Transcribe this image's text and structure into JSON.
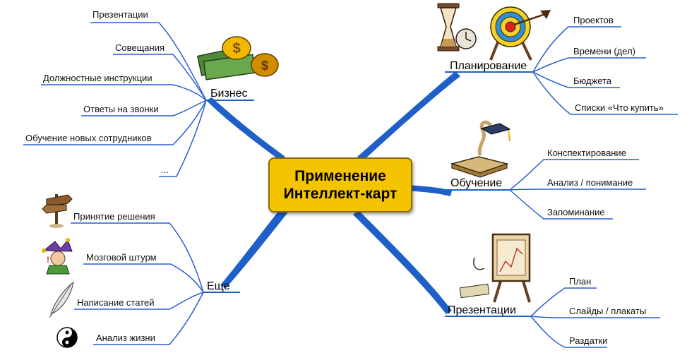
{
  "center": {
    "line1": "Применение",
    "line2": "Интеллект-карт"
  },
  "branches": {
    "business": {
      "label": "Бизнес",
      "items": [
        "Презентации",
        "Совещания",
        "Должностные инструкции",
        "Ответы на звонки",
        "Обучение новых сотрудников",
        "..."
      ]
    },
    "more": {
      "label": "Еще",
      "items": [
        "Принятие решения",
        "Мозговой штурм",
        "Написание статей",
        "Анализ жизни"
      ]
    },
    "planning": {
      "label": "Планирование",
      "items": [
        "Проектов",
        "Времени (дел)",
        "Бюджета",
        "Списки «Что купить»"
      ]
    },
    "learning": {
      "label": "Обучение",
      "items": [
        "Конспектирование",
        "Анализ / понимание",
        "Запоминание"
      ]
    },
    "presentations": {
      "label": "Презентации",
      "items": [
        "План",
        "Слайды / плакаты",
        "Раздатки"
      ]
    }
  },
  "colors": {
    "trunk": "#1e5fc8",
    "leaf": "#2a5fcf",
    "center_fill": "#f5c400"
  },
  "icons": [
    "money-icon",
    "hourglass-icon",
    "target-icon",
    "book-icon",
    "easel-icon",
    "signpost-icon",
    "jester-icon",
    "feather-icon",
    "yin-yang-icon"
  ]
}
